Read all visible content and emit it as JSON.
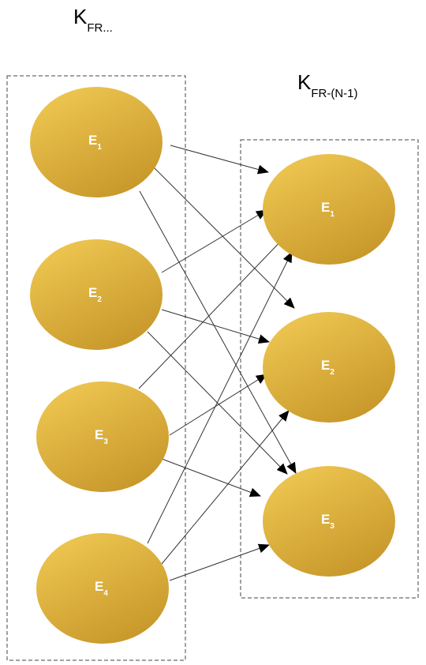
{
  "groups": {
    "left": {
      "label_main": "K",
      "label_sub": "FR..."
    },
    "right": {
      "label_main": "K",
      "label_sub": "FR-(N-1)"
    }
  },
  "nodes": {
    "left": [
      {
        "id": "L1",
        "main": "E",
        "sub": "1"
      },
      {
        "id": "L2",
        "main": "E",
        "sub": "2"
      },
      {
        "id": "L3",
        "main": "E",
        "sub": "3"
      },
      {
        "id": "L4",
        "main": "E",
        "sub": "4"
      }
    ],
    "right": [
      {
        "id": "R1",
        "main": "E",
        "sub": "1"
      },
      {
        "id": "R2",
        "main": "E",
        "sub": "2"
      },
      {
        "id": "R3",
        "main": "E",
        "sub": "3"
      }
    ]
  },
  "edges": [
    {
      "from": "L1",
      "to": "R1"
    },
    {
      "from": "L1",
      "to": "R2"
    },
    {
      "from": "L1",
      "to": "R3"
    },
    {
      "from": "L2",
      "to": "R1"
    },
    {
      "from": "L2",
      "to": "R2"
    },
    {
      "from": "L2",
      "to": "R3"
    },
    {
      "from": "L3",
      "to": "R1"
    },
    {
      "from": "L3",
      "to": "R2"
    },
    {
      "from": "L3",
      "to": "R3"
    },
    {
      "from": "L4",
      "to": "R1"
    },
    {
      "from": "L4",
      "to": "R2"
    },
    {
      "from": "L4",
      "to": "R3"
    }
  ],
  "colors": {
    "node_fill_light": "#F2CC55",
    "node_fill_dark": "#C9992C",
    "line": "#333333",
    "group_border": "#444444"
  }
}
